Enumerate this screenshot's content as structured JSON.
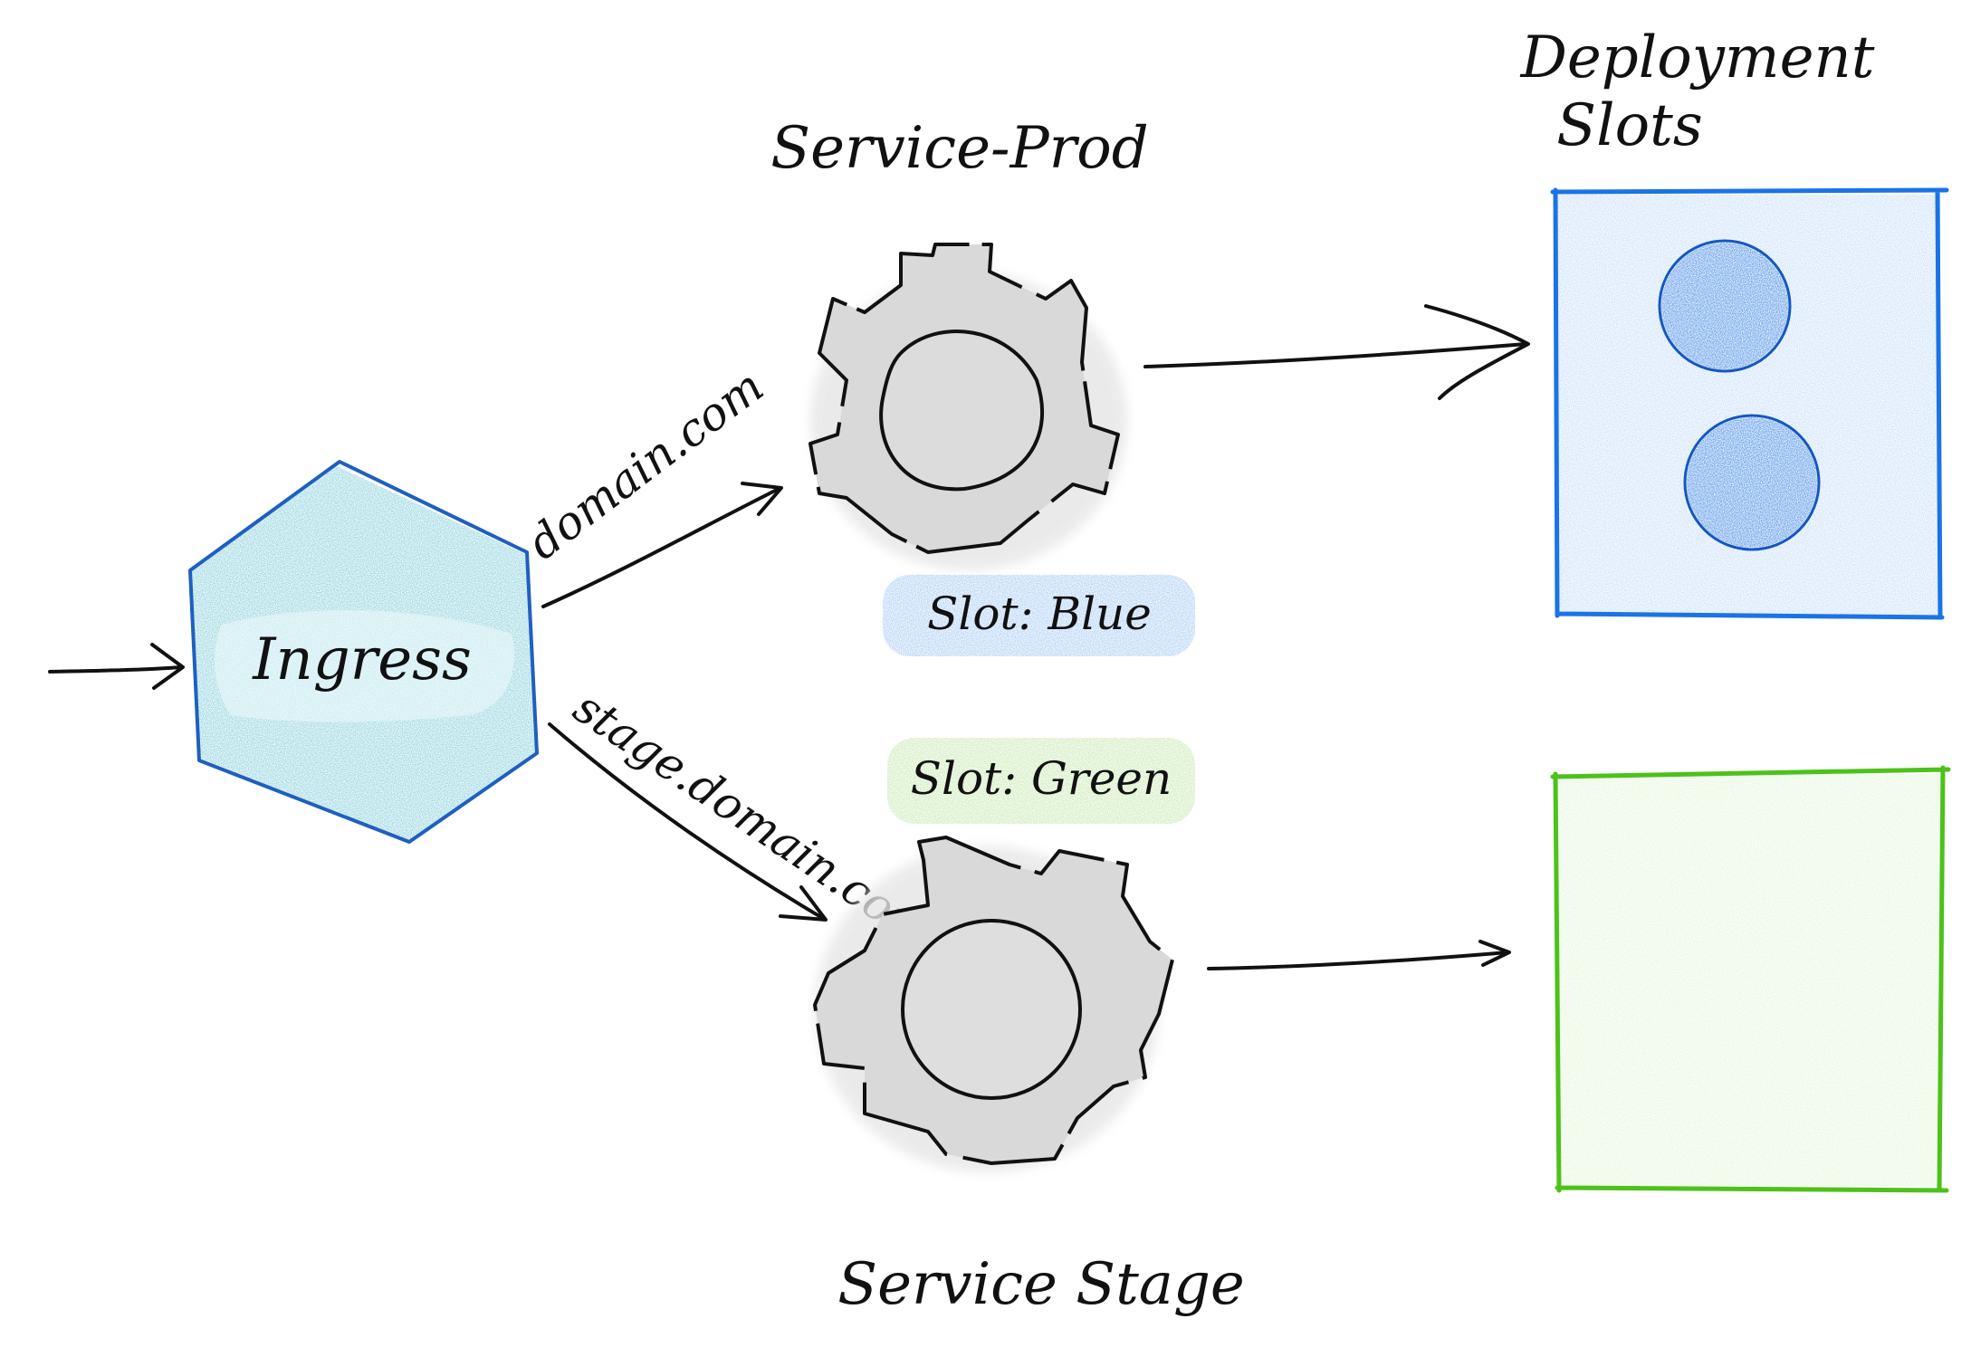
{
  "ingress": {
    "label": "Ingress"
  },
  "routes": [
    {
      "host": "domain.com"
    },
    {
      "host": "stage.domain.com"
    }
  ],
  "services": [
    {
      "title": "Service-Prod",
      "slot": "Slot: Blue"
    },
    {
      "title": "Service Stage",
      "slot": "Slot: Green"
    }
  ],
  "deployment_slots": {
    "title_line1": "Deployment",
    "title_line2": "Slots"
  },
  "colors": {
    "ingress_fill": "#3fb3c6",
    "ingress_edge": "#1f5fbf",
    "gear_fill": "#d9d9d9",
    "blue_slot_fill": "#a9cdf5",
    "blue_slot_edge": "#1a73e8",
    "blue_dot": "#1c6fe0",
    "green_slot_fill": "#d6f0c8",
    "green_slot_edge": "#4cc21a",
    "blue_highlight": "#6aa8ee",
    "green_highlight": "#9ed97a"
  },
  "icons": {
    "ingress": "hexagon-icon",
    "service": "gear-icon",
    "arrow": "arrow-right-icon"
  }
}
